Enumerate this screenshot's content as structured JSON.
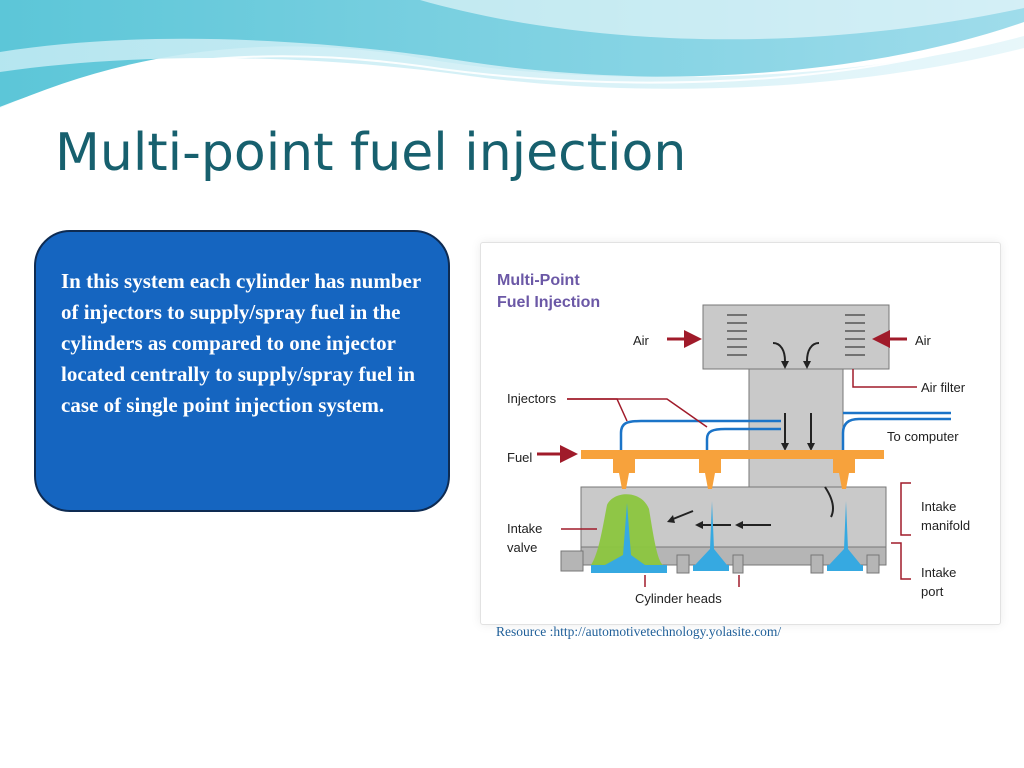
{
  "slide": {
    "title": "Multi-point fuel injection",
    "description": "In this system each cylinder has number of  injectors to supply/spray fuel in the cylinders as compared to one injector located centrally to supply/spray fuel in case of single point  injection system.",
    "resource": "Resource :http://automotivetechnology.yolasite.com/"
  },
  "diagram": {
    "title_line1": "Multi-Point",
    "title_line2": "Fuel Injection",
    "labels": {
      "air_left": "Air",
      "air_right": "Air",
      "air_filter": "Air filter",
      "injectors": "Injectors",
      "to_computer": "To computer",
      "fuel": "Fuel",
      "intake_manifold_line1": "Intake",
      "intake_manifold_line2": "manifold",
      "intake_valve_line1": "Intake",
      "intake_valve_line2": "valve",
      "intake_port_line1": "Intake",
      "intake_port_line2": "port",
      "cylinder_heads": "Cylinder heads"
    }
  },
  "colors": {
    "title": "#17606e",
    "box_fill": "#1565c0",
    "box_border": "#0e2b52",
    "manifold_gray": "#c9c9c9",
    "fuel_orange": "#f7a23c",
    "pointer_red": "#a01b2a",
    "wire_blue": "#1b74c8",
    "spray_green": "#8cc63f",
    "spray_cyan": "#36a9e1"
  }
}
